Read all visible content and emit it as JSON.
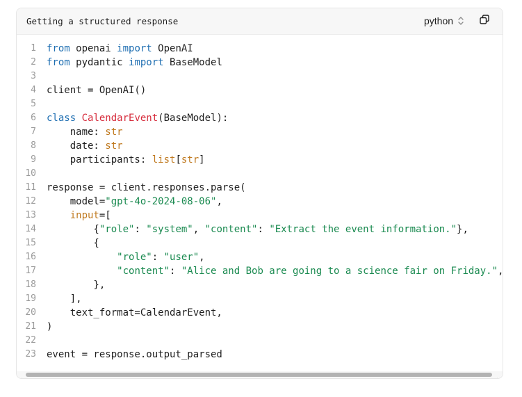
{
  "header": {
    "title": "Getting a structured response",
    "language": "python",
    "copy_icon": "copy-icon",
    "chevron_icon": "chevron-updown-icon"
  },
  "colors": {
    "keyword": "#1f6fb2",
    "class_name": "#d62b3b",
    "type": "#c07a20",
    "string": "#1a8a50",
    "line_number": "#9a9a9a"
  },
  "code": {
    "lines": [
      {
        "n": "1",
        "t": [
          {
            "k": "kw",
            "v": "from"
          },
          {
            "k": "p",
            "v": " openai "
          },
          {
            "k": "kw",
            "v": "import"
          },
          {
            "k": "p",
            "v": " OpenAI"
          }
        ]
      },
      {
        "n": "2",
        "t": [
          {
            "k": "kw",
            "v": "from"
          },
          {
            "k": "p",
            "v": " pydantic "
          },
          {
            "k": "kw",
            "v": "import"
          },
          {
            "k": "p",
            "v": " BaseModel"
          }
        ]
      },
      {
        "n": "3",
        "t": []
      },
      {
        "n": "4",
        "t": [
          {
            "k": "p",
            "v": "client = OpenAI()"
          }
        ]
      },
      {
        "n": "5",
        "t": []
      },
      {
        "n": "6",
        "t": [
          {
            "k": "kw",
            "v": "class"
          },
          {
            "k": "p",
            "v": " "
          },
          {
            "k": "cls",
            "v": "CalendarEvent"
          },
          {
            "k": "p",
            "v": "(BaseModel):"
          }
        ]
      },
      {
        "n": "7",
        "t": [
          {
            "k": "p",
            "v": "    name: "
          },
          {
            "k": "type",
            "v": "str"
          }
        ]
      },
      {
        "n": "8",
        "t": [
          {
            "k": "p",
            "v": "    date: "
          },
          {
            "k": "type",
            "v": "str"
          }
        ]
      },
      {
        "n": "9",
        "t": [
          {
            "k": "p",
            "v": "    participants: "
          },
          {
            "k": "type",
            "v": "list"
          },
          {
            "k": "p",
            "v": "["
          },
          {
            "k": "type",
            "v": "str"
          },
          {
            "k": "p",
            "v": "]"
          }
        ]
      },
      {
        "n": "10",
        "t": []
      },
      {
        "n": "11",
        "t": [
          {
            "k": "p",
            "v": "response = client.responses.parse("
          }
        ]
      },
      {
        "n": "12",
        "t": [
          {
            "k": "p",
            "v": "    model="
          },
          {
            "k": "str",
            "v": "\"gpt-4o-2024-08-06\""
          },
          {
            "k": "p",
            "v": ","
          }
        ]
      },
      {
        "n": "13",
        "t": [
          {
            "k": "p",
            "v": "    "
          },
          {
            "k": "param",
            "v": "input"
          },
          {
            "k": "p",
            "v": "=["
          }
        ]
      },
      {
        "n": "14",
        "t": [
          {
            "k": "p",
            "v": "        {"
          },
          {
            "k": "str",
            "v": "\"role\""
          },
          {
            "k": "p",
            "v": ": "
          },
          {
            "k": "str",
            "v": "\"system\""
          },
          {
            "k": "p",
            "v": ", "
          },
          {
            "k": "str",
            "v": "\"content\""
          },
          {
            "k": "p",
            "v": ": "
          },
          {
            "k": "str",
            "v": "\"Extract the event information.\""
          },
          {
            "k": "p",
            "v": "},"
          }
        ]
      },
      {
        "n": "15",
        "t": [
          {
            "k": "p",
            "v": "        {"
          }
        ]
      },
      {
        "n": "16",
        "t": [
          {
            "k": "p",
            "v": "            "
          },
          {
            "k": "str",
            "v": "\"role\""
          },
          {
            "k": "p",
            "v": ": "
          },
          {
            "k": "str",
            "v": "\"user\""
          },
          {
            "k": "p",
            "v": ","
          }
        ]
      },
      {
        "n": "17",
        "t": [
          {
            "k": "p",
            "v": "            "
          },
          {
            "k": "str",
            "v": "\"content\""
          },
          {
            "k": "p",
            "v": ": "
          },
          {
            "k": "str",
            "v": "\"Alice and Bob are going to a science fair on Friday.\""
          },
          {
            "k": "p",
            "v": ","
          }
        ]
      },
      {
        "n": "18",
        "t": [
          {
            "k": "p",
            "v": "        },"
          }
        ]
      },
      {
        "n": "19",
        "t": [
          {
            "k": "p",
            "v": "    ],"
          }
        ]
      },
      {
        "n": "20",
        "t": [
          {
            "k": "p",
            "v": "    text_format=CalendarEvent,"
          }
        ]
      },
      {
        "n": "21",
        "t": [
          {
            "k": "p",
            "v": ")"
          }
        ]
      },
      {
        "n": "22",
        "t": []
      },
      {
        "n": "23",
        "t": [
          {
            "k": "p",
            "v": "event = response.output_parsed"
          }
        ]
      }
    ]
  }
}
